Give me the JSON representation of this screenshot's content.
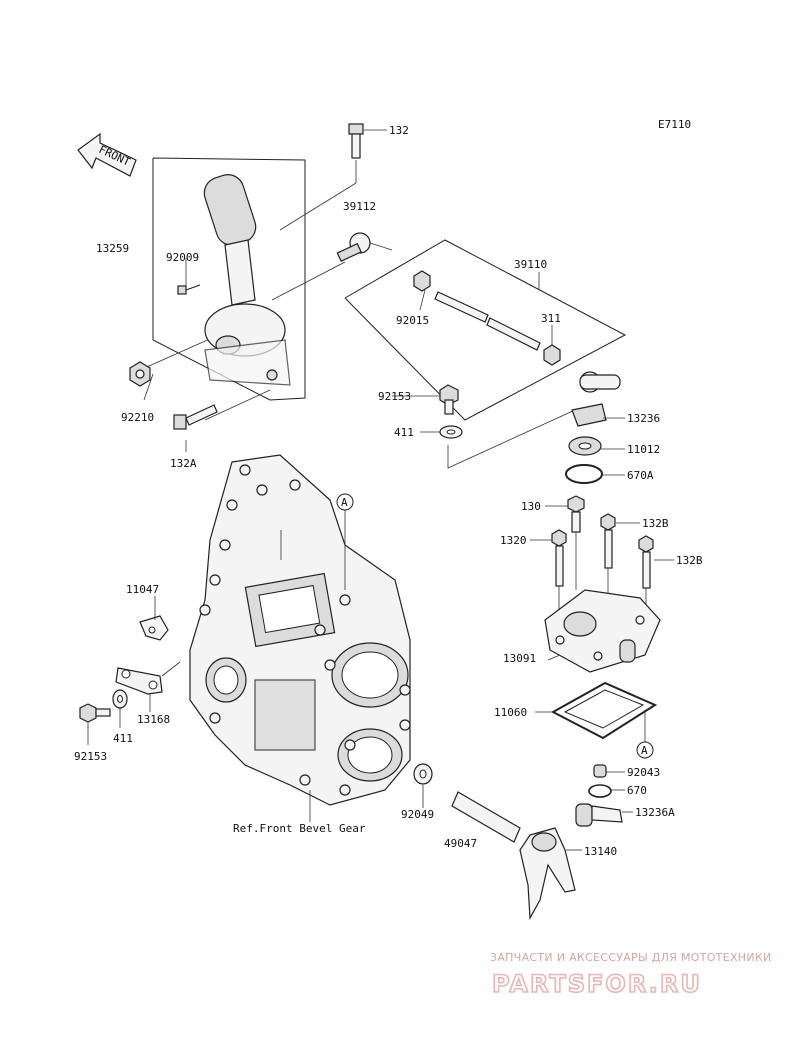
{
  "diagram_code": "E7110",
  "front_arrow_text": "FRONT",
  "labels": {
    "p132": "132",
    "p39112": "39112",
    "p13259": "13259",
    "p92009": "92009",
    "p39110": "39110",
    "p92015": "92015",
    "p311": "311",
    "p92210": "92210",
    "p92153a": "92153",
    "p132A": "132A",
    "p411a": "411",
    "p13236": "13236",
    "p11012": "11012",
    "p670A": "670A",
    "p130": "130",
    "p132Ba": "132B",
    "p1320": "1320",
    "p132Bb": "132B",
    "p11047": "11047",
    "p13091": "13091",
    "p11060": "11060",
    "p13168": "13168",
    "p411b": "411",
    "p92153b": "92153",
    "p92043": "92043",
    "p670": "670",
    "p13236A": "13236A",
    "p92049": "92049",
    "p49047": "49047",
    "p13140": "13140",
    "ref_front_bevel_gear": "Ref.Front Bevel Gear",
    "callout_a1": "A",
    "callout_a2": "A"
  },
  "watermark": {
    "tagline": "ЗАПЧАСТИ И АКСЕССУАРЫ ДЛЯ МОТОТЕХНИКИ",
    "logo": "PARTSFOR.RU"
  }
}
